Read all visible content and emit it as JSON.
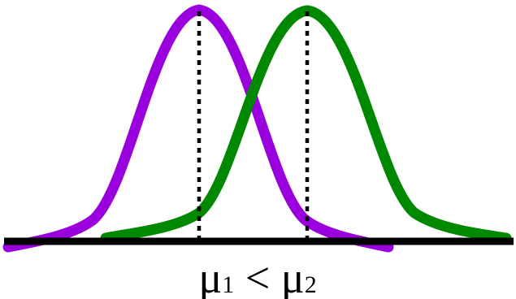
{
  "diagram": {
    "label": {
      "mu": "μ",
      "sub1": "1",
      "relation": " < ",
      "sub2": "2"
    },
    "colors": {
      "curve_1": "#9900dd",
      "curve_2": "#008800",
      "axis": "#000000",
      "mean_line": "#000000"
    }
  }
}
